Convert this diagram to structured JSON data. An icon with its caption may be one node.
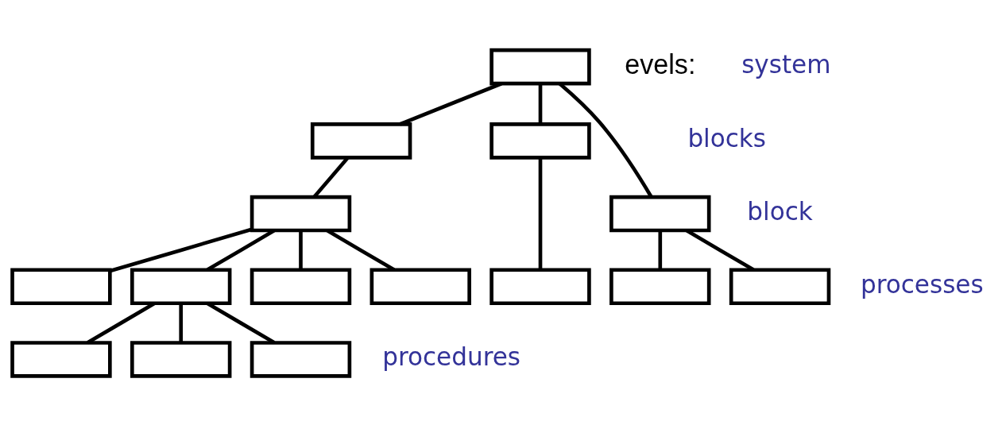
{
  "diagram": {
    "nodes": [
      {
        "text": [],
        "shape": "box"
      },
      {
        "text": [],
        "shape": "box"
      },
      {
        "text": [],
        "shape": "box"
      },
      {
        "text": [],
        "shape": "box"
      },
      {
        "text": [],
        "shape": "box"
      },
      {
        "text": [],
        "shape": "box"
      },
      {
        "text": [],
        "shape": "box"
      },
      {
        "text": [],
        "shape": "box"
      },
      {
        "text": [],
        "shape": "box"
      },
      {
        "text": [],
        "shape": "box"
      },
      {
        "text": [],
        "shape": "box"
      },
      {
        "text": [],
        "shape": "box"
      },
      {
        "text": [],
        "shape": "box"
      },
      {
        "text": [],
        "shape": "box"
      },
      {
        "text": [],
        "shape": "box"
      }
    ],
    "edges": [
      {
        "from": 0,
        "to": 1,
        "arrow": "none"
      },
      {
        "from": 0,
        "to": 2,
        "arrow": "none"
      },
      {
        "from": 0,
        "to": 3,
        "arrow": "none"
      },
      {
        "from": 1,
        "to": 4,
        "arrow": "none"
      },
      {
        "from": 4,
        "to": 5,
        "arrow": "none"
      },
      {
        "from": 4,
        "to": 6,
        "arrow": "none"
      },
      {
        "from": 4,
        "to": 7,
        "arrow": "none"
      },
      {
        "from": 4,
        "to": 8,
        "arrow": "none"
      },
      {
        "from": 2,
        "to": 9,
        "arrow": "none"
      },
      {
        "from": 3,
        "to": 10,
        "arrow": "none"
      },
      {
        "from": 3,
        "to": 11,
        "arrow": "none"
      },
      {
        "from": 6,
        "to": 12,
        "arrow": "none"
      },
      {
        "from": 6,
        "to": 13,
        "arrow": "none"
      },
      {
        "from": 6,
        "to": 14,
        "arrow": "none"
      }
    ],
    "labels": [
      "evels:",
      "system",
      "blocks",
      "block",
      "processes",
      "procedures"
    ]
  }
}
